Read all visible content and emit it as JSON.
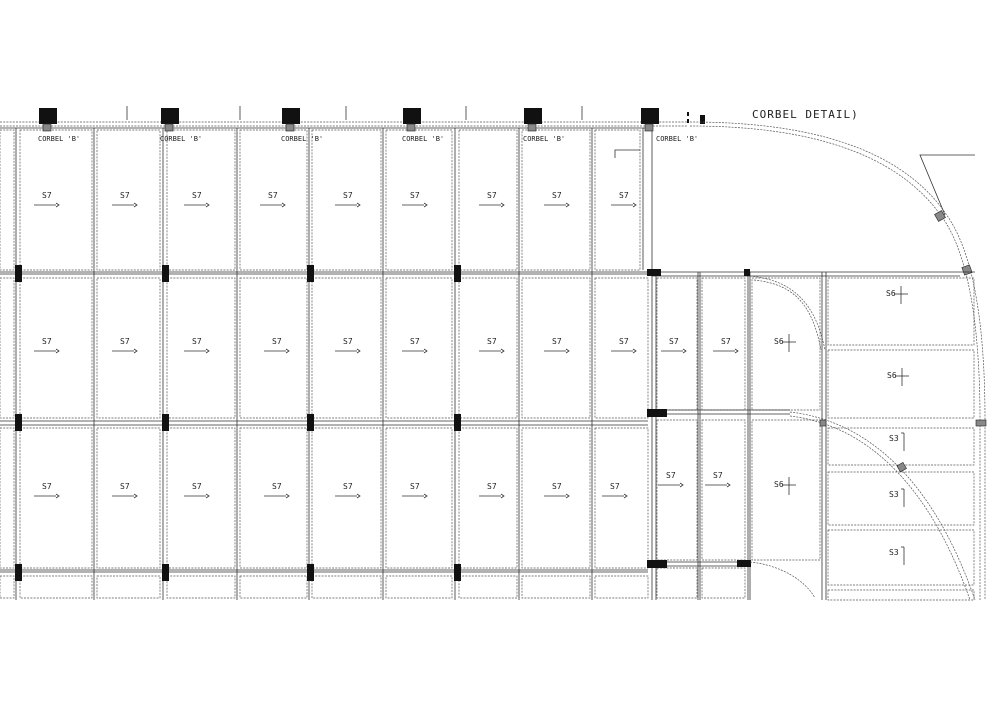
{
  "drawing": {
    "title_note": "CORBEL DETAIL)",
    "corbel_label": "CORBEL 'B'",
    "corbel_count": 6,
    "slab_marks": {
      "row1": [
        "S7",
        "S7",
        "S7",
        "S7",
        "S7",
        "S7",
        "S7",
        "S7",
        "S7"
      ],
      "row2": [
        "S7",
        "S7",
        "S7",
        "S7",
        "S7",
        "S7",
        "S7",
        "S7",
        "S7",
        "S7",
        "S7",
        "S6"
      ],
      "row3": [
        "S7",
        "S7",
        "S7",
        "S7",
        "S7",
        "S7",
        "S7",
        "S7",
        "S7",
        "S7",
        "S7",
        "S6"
      ],
      "right_block": [
        "S6",
        "S6",
        "S3",
        "S3",
        "S3"
      ]
    }
  }
}
